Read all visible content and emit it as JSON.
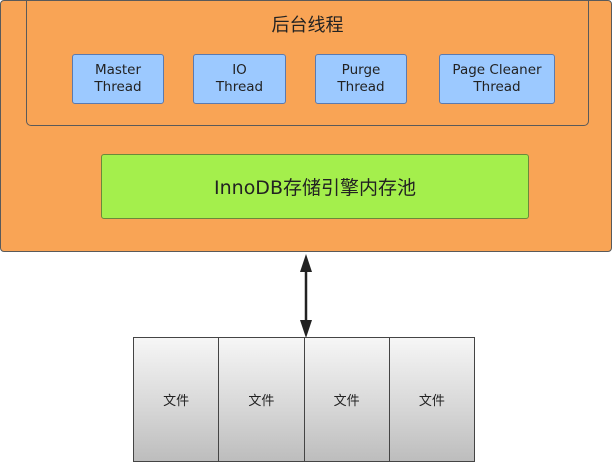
{
  "engine": {
    "background_threads": {
      "title": "后台线程",
      "threads": [
        {
          "line1": "Master",
          "line2": "Thread"
        },
        {
          "line1": "IO",
          "line2": "Thread"
        },
        {
          "line1": "Purge",
          "line2": "Thread"
        },
        {
          "line1": "Page Cleaner",
          "line2": "Thread"
        }
      ]
    },
    "memory_pool": "InnoDB存储引擎内存池"
  },
  "files": [
    "文件",
    "文件",
    "文件",
    "文件"
  ],
  "colors": {
    "engine_bg": "#f9a455",
    "thread_bg": "#9cc9ff",
    "pool_bg": "#a4ef4c"
  }
}
